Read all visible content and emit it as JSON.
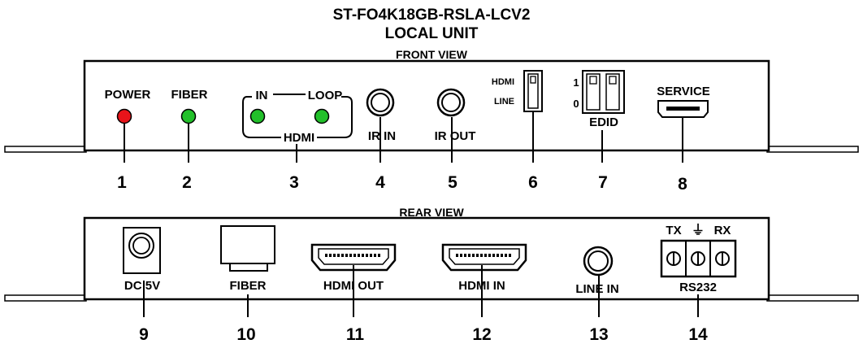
{
  "title": {
    "model": "ST-FO4K18GB-RSLA-LCV2",
    "unit": "LOCAL UNIT"
  },
  "front": {
    "heading": "FRONT VIEW",
    "power_label": "POWER",
    "fiber_label": "FIBER",
    "hdmi_in_label": "IN",
    "hdmi_loop_label": "LOOP",
    "hdmi_group_label": "HDMI",
    "ir_in_label": "IR IN",
    "ir_out_label": "IR OUT",
    "switch_hdmi_label": "HDMI",
    "switch_line_label": "LINE",
    "edid_one_label": "1",
    "edid_zero_label": "0",
    "edid_label": "EDID",
    "service_label": "SERVICE",
    "led_colors": {
      "power": "#e8141a",
      "fiber": "#22c02a",
      "hdmi_in": "#22c02a",
      "hdmi_loop": "#22c02a"
    },
    "callouts": [
      "1",
      "2",
      "3",
      "4",
      "5",
      "6",
      "7",
      "8"
    ]
  },
  "rear": {
    "heading": "REAR VIEW",
    "dc_label": "DC 5V",
    "fiber_label": "FIBER",
    "hdmi_out_label": "HDMI OUT",
    "hdmi_in_label": "HDMI IN",
    "line_in_label": "LINE IN",
    "tx_label": "TX",
    "ground_label": "⏚",
    "rx_label": "RX",
    "rs232_label": "RS232",
    "callouts": [
      "9",
      "10",
      "11",
      "12",
      "13",
      "14"
    ]
  }
}
